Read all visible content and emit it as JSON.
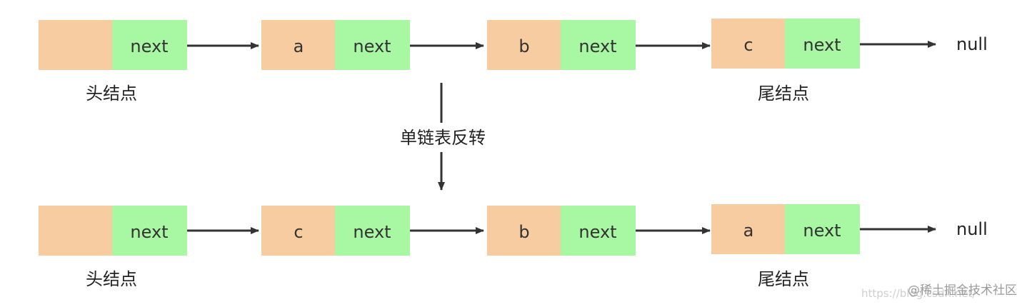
{
  "colors": {
    "data_cell": "#f6cca0",
    "next_cell": "#a8f7a2",
    "arrow": "#333333"
  },
  "next_label": "next",
  "null_label": "null",
  "head_label": "头结点",
  "tail_label": "尾结点",
  "transform_label": "单链表反转",
  "watermark": {
    "url": "https://blog.csdn.net/",
    "site": "@稀土掘金技术社区"
  },
  "rows": [
    {
      "name": "original",
      "nodes": [
        "",
        "a",
        "b",
        "c"
      ]
    },
    {
      "name": "reversed",
      "nodes": [
        "",
        "c",
        "b",
        "a"
      ]
    }
  ]
}
